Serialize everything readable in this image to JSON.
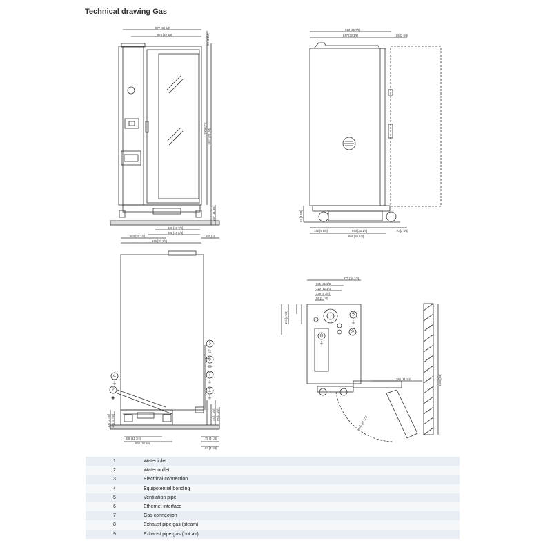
{
  "title": "Technical drawing Gas",
  "views": {
    "front": {
      "dims": [
        "877 [34 1/2]",
        "878 [22 5/8]",
        "90 [3 1/2]",
        "1806 [71]",
        "1847 [72 3/4]",
        "297 [11 3/4]",
        "102 [4]",
        "428 [16 7/8]",
        "502 [19 3/4]",
        "563 [22 1/4]",
        "845 [33 1/4]",
        "165 [6 1/2]"
      ]
    },
    "side": {
      "dims": [
        "913 [35 7/8]",
        "847 [33 3/8]",
        "65 [2 5/8]",
        "93 [3 5/8]",
        "142 [5 5/8]",
        "843 [33 1/4]",
        "665 [26 1/4]",
        "70 [2 3/4]"
      ]
    },
    "rear": {
      "dims": [
        "286 [11 1/4]",
        "526 [20 3/4]",
        "79 [3 1/8]",
        "92 [3 5/8]",
        "100 [3 7/8]",
        "150 [5 7/8]",
        "44 [1 3/4]",
        "96 [3 3/4]"
      ]
    },
    "top": {
      "dims": [
        "877 [34 1/2]",
        "535 [21 1/8]",
        "310 [12 1/4]",
        "239 [9 3/8]",
        "56 [2 1/4]",
        "116 [4 5/8]",
        "286 [11 1/4]",
        "1345 [53]",
        "1055 [41 1/2]"
      ]
    }
  },
  "callouts": [
    "1",
    "2",
    "3",
    "4",
    "5",
    "6",
    "7",
    "8",
    "9"
  ],
  "legend": [
    {
      "num": "1",
      "label": "Water inlet"
    },
    {
      "num": "2",
      "label": "Water outlet"
    },
    {
      "num": "3",
      "label": "Electrical connection"
    },
    {
      "num": "4",
      "label": "Equipotential bonding"
    },
    {
      "num": "5",
      "label": "Ventilation pipe"
    },
    {
      "num": "6",
      "label": "Ethernet interface"
    },
    {
      "num": "7",
      "label": "Gas connection"
    },
    {
      "num": "8",
      "label": "Exhaust pipe gas (steam)"
    },
    {
      "num": "9",
      "label": "Exhaust pipe gas (hot air)"
    }
  ],
  "colors": {
    "line": "#333333",
    "legend_odd": "#e8eef4",
    "legend_even": "#f5f8fb"
  }
}
